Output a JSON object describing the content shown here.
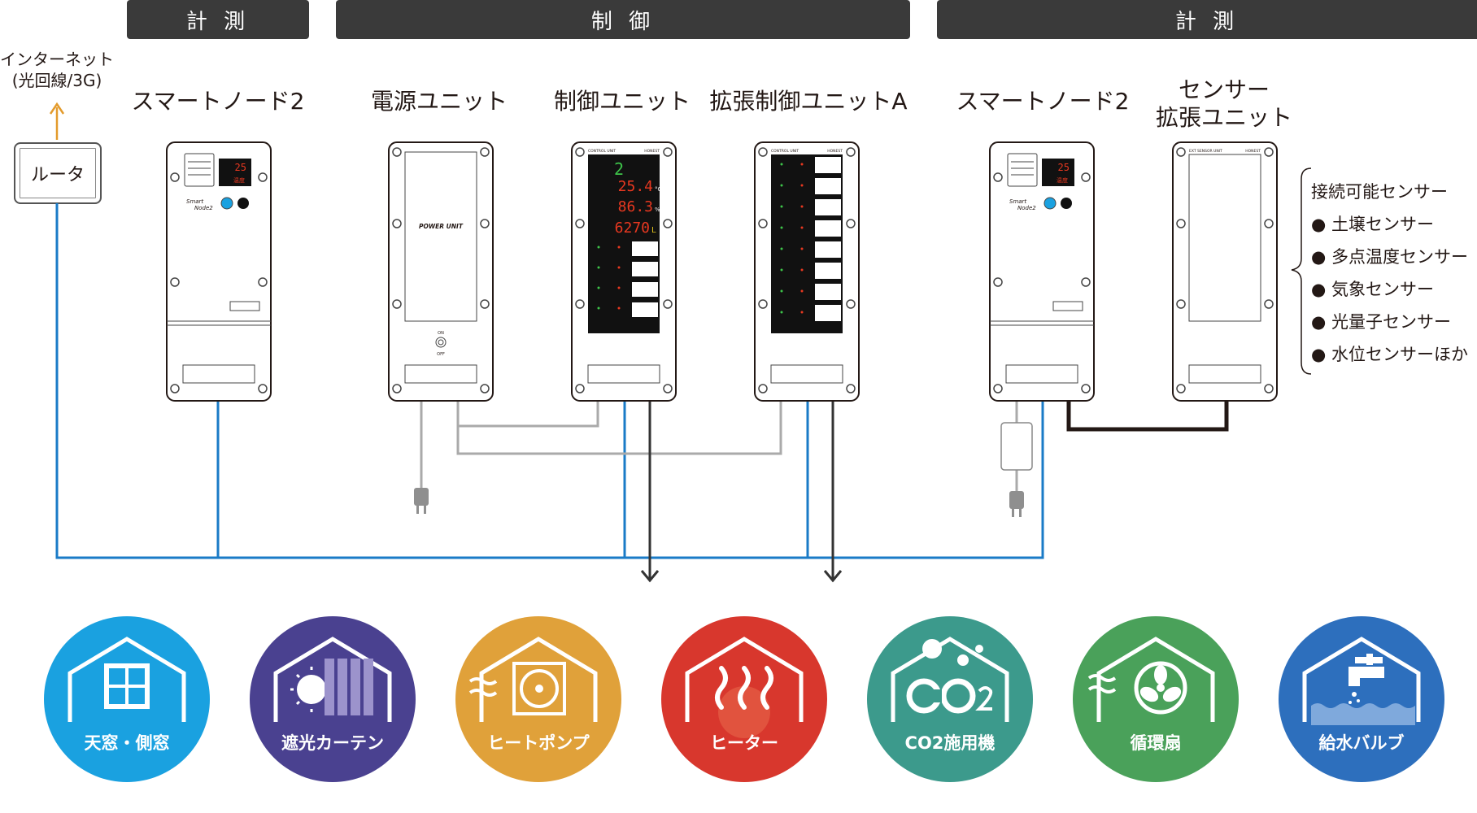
{
  "headers": {
    "measure_left": "計 測",
    "control": "制 御",
    "measure_right": "計 測"
  },
  "internet": {
    "line1": "インターネット",
    "line2": "(光回線/3G)"
  },
  "router": {
    "label": "ルータ"
  },
  "units": {
    "smart_node_left": "スマートノード2",
    "power_unit": "電源ユニット",
    "control_unit": "制御ユニット",
    "ext_control_unit": "拡張制御ユニットA",
    "smart_node_right": "スマートノード2",
    "sensor_ext_line1": "センサー",
    "sensor_ext_line2": "拡張ユニット"
  },
  "device_text": {
    "power_unit_label": "POWER UNIT",
    "on": "ON",
    "off": "OFF",
    "control_unit_header": "CONTROL UNIT",
    "brand": "HONEST",
    "ext_sensor_header": "EXT SENSOR UNIT",
    "node_display": "25",
    "node_mode": "温度",
    "node_logo_1": "Smart",
    "node_logo_2": "Node2",
    "temp_value": "25.4",
    "temp_unit": "°C",
    "humid_value": "86.3",
    "humid_unit": "%",
    "co2_value": "6270",
    "co2_unit": "L",
    "channel_value": "2"
  },
  "sensors": {
    "title": "接続可能センサー",
    "items": [
      "土壌センサー",
      "多点温度センサー",
      "気象センサー",
      "光量子センサー",
      "水位センサーほか"
    ]
  },
  "equipment": [
    {
      "label": "天窓・側窓",
      "color": "#1aa1e0",
      "icon": "window-icon"
    },
    {
      "label": "遮光カーテン",
      "color": "#4a4190",
      "icon": "curtain-icon"
    },
    {
      "label": "ヒートポンプ",
      "color": "#e0a13a",
      "icon": "heatpump-icon"
    },
    {
      "label": "ヒーター",
      "color": "#d8372d",
      "icon": "heater-icon"
    },
    {
      "label": "CO2施用機",
      "color": "#3c9a8c",
      "icon": "co2-icon"
    },
    {
      "label": "循環扇",
      "color": "#4aa15a",
      "icon": "fan-icon"
    },
    {
      "label": "給水バルブ",
      "color": "#2d6fbd",
      "icon": "faucet-icon"
    }
  ],
  "colors": {
    "header_bg": "#3a3a3a",
    "network_line": "#1a7bc7",
    "power_line": "#aaaaaa",
    "arrow": "#333333",
    "internet_arrow": "#e39b2c"
  }
}
